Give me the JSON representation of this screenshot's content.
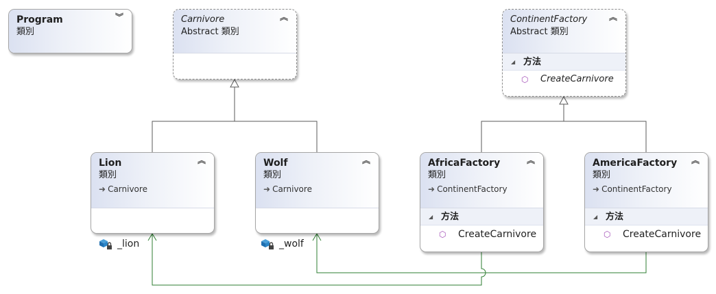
{
  "classes": {
    "program": {
      "name": "Program",
      "stereotype": "類別"
    },
    "carnivore": {
      "name": "Carnivore",
      "stereotype": "Abstract 類別"
    },
    "continent_factory": {
      "name": "ContinentFactory",
      "stereotype": "Abstract 類別",
      "section": "方法",
      "methods": [
        "CreateCarnivore"
      ]
    },
    "lion": {
      "name": "Lion",
      "stereotype": "類別",
      "base": "Carnivore"
    },
    "wolf": {
      "name": "Wolf",
      "stereotype": "類別",
      "base": "Carnivore"
    },
    "africa_factory": {
      "name": "AfricaFactory",
      "stereotype": "類別",
      "base": "ContinentFactory",
      "section": "方法",
      "methods": [
        "CreateCarnivore"
      ]
    },
    "america_factory": {
      "name": "AmericaFactory",
      "stereotype": "類別",
      "base": "ContinentFactory",
      "section": "方法",
      "methods": [
        "CreateCarnivore"
      ]
    }
  },
  "associations": [
    {
      "label": "_lion"
    },
    {
      "label": "_wolf"
    }
  ],
  "colors": {
    "inheritance_line": "#5a5a5a",
    "association_line": "#2e7d32",
    "method_icon": "#a04bb5",
    "header_gradient_start": "#dbe1f1"
  },
  "icons": {
    "collapse": "double-chevron-down-icon",
    "expand": "double-chevron-up-icon",
    "method": "method-cube-icon",
    "field": "private-field-icon",
    "inherits": "inherits-arrow-icon"
  }
}
